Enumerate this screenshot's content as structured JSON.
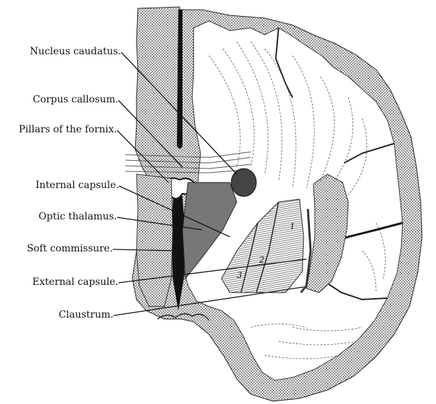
{
  "labels": {
    "nucleus_caudatus": "Nucleus caudatus.",
    "corpus_callosum": "Corpus callosum.",
    "pillars_fornix": "Pillars of the fornix.",
    "internal_capsule": "Internal capsule.",
    "optic_thalamus": "Optic thalamus.",
    "soft_commissure": "Soft commissure.",
    "external_capsule": "External capsule.",
    "claustrum": "Claustrum."
  },
  "lenticular_numbers": [
    "1",
    "2",
    "3"
  ],
  "colors": {
    "ink": "#111111",
    "cortex": "#9a9a9a",
    "paper": "#ffffff"
  }
}
